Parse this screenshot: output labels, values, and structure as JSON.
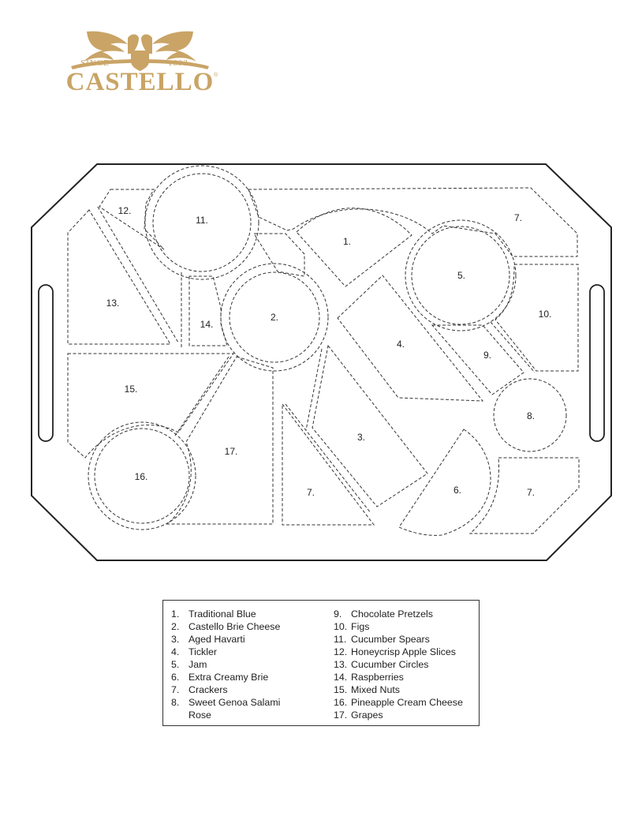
{
  "brand": {
    "name": "CASTELLO",
    "since": "SINCE",
    "year": "1893",
    "registered": "®",
    "color": "#c9a466"
  },
  "tray_labels": [
    {
      "id": "tl-1",
      "text": "1."
    },
    {
      "id": "tl-2",
      "text": "2."
    },
    {
      "id": "tl-3",
      "text": "3."
    },
    {
      "id": "tl-4",
      "text": "4."
    },
    {
      "id": "tl-5",
      "text": "5."
    },
    {
      "id": "tl-6",
      "text": "6."
    },
    {
      "id": "tl-7a",
      "text": "7."
    },
    {
      "id": "tl-7b",
      "text": "7."
    },
    {
      "id": "tl-7c",
      "text": "7."
    },
    {
      "id": "tl-8",
      "text": "8."
    },
    {
      "id": "tl-9",
      "text": "9."
    },
    {
      "id": "tl-10",
      "text": "10."
    },
    {
      "id": "tl-11",
      "text": "11."
    },
    {
      "id": "tl-12",
      "text": "12."
    },
    {
      "id": "tl-13",
      "text": "13."
    },
    {
      "id": "tl-14",
      "text": "14."
    },
    {
      "id": "tl-15",
      "text": "15."
    },
    {
      "id": "tl-16",
      "text": "16."
    },
    {
      "id": "tl-17",
      "text": "17."
    }
  ],
  "legend": {
    "left": [
      {
        "num": "1.",
        "text": "Traditional Blue"
      },
      {
        "num": "2.",
        "text": "Castello Brie Cheese"
      },
      {
        "num": "3.",
        "text": "Aged Havarti"
      },
      {
        "num": "4.",
        "text": "Tickler"
      },
      {
        "num": "5.",
        "text": "Jam"
      },
      {
        "num": "6.",
        "text": "Extra Creamy Brie"
      },
      {
        "num": "7.",
        "text": "Crackers"
      },
      {
        "num": "8.",
        "text": "Sweet Genoa Salami",
        "cont": "Rose"
      }
    ],
    "right": [
      {
        "num": "9.",
        "text": "Chocolate Pretzels"
      },
      {
        "num": "10.",
        "text": "Figs"
      },
      {
        "num": "11.",
        "text": "Cucumber Spears"
      },
      {
        "num": "12.",
        "text": "Honeycrisp Apple Slices"
      },
      {
        "num": "13.",
        "text": "Cucumber Circles"
      },
      {
        "num": "14.",
        "text": "Raspberries"
      },
      {
        "num": "15.",
        "text": "Mixed Nuts"
      },
      {
        "num": "16.",
        "text": "Pineapple Cream Cheese"
      },
      {
        "num": "17.",
        "text": "Grapes"
      }
    ]
  }
}
